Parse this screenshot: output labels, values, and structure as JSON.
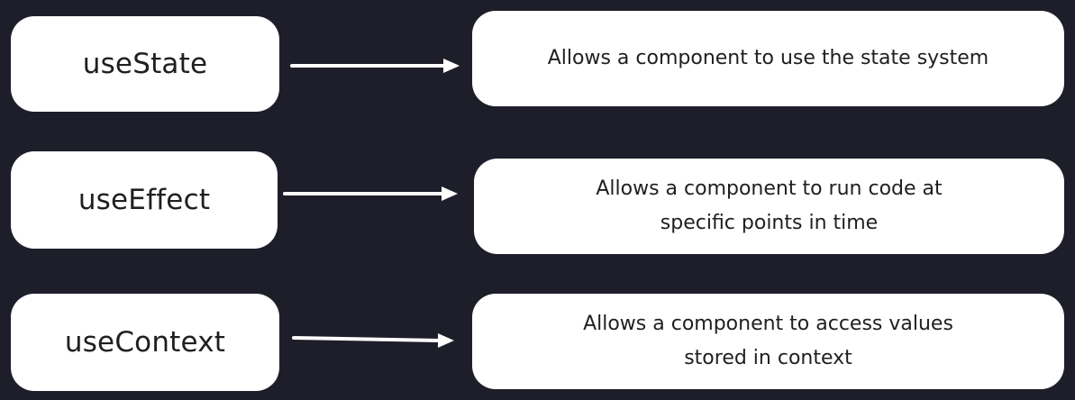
{
  "rows": [
    {
      "hook": "useState",
      "description": "Allows a component to use the state system"
    },
    {
      "hook": "useEffect",
      "description": "Allows a component to run code at\nspecific points in time"
    },
    {
      "hook": "useContext",
      "description": "Allows a component to access values\nstored in context"
    }
  ],
  "colors": {
    "background": "#1e1e2b",
    "box": "#ffffff",
    "text": "#1f1f1f",
    "arrow": "#ffffff"
  }
}
